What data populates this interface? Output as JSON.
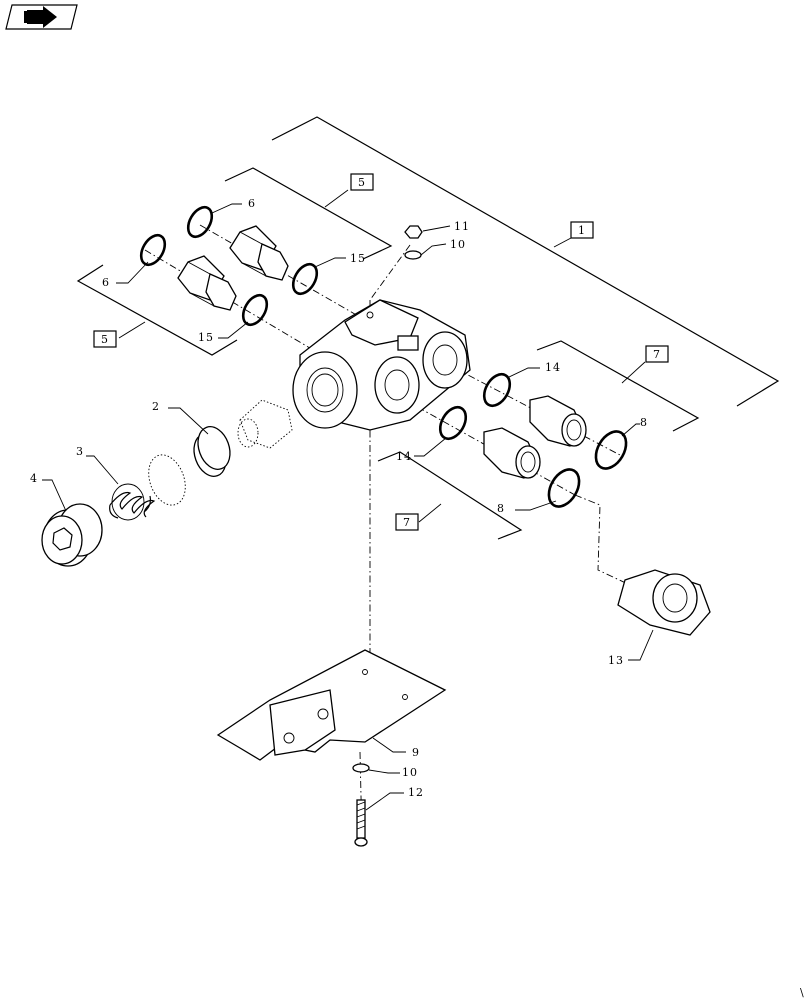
{
  "header": {
    "icon": "arrow-right-icon"
  },
  "callouts": {
    "c1": "1",
    "c2": "2",
    "c3": "3",
    "c4": "4",
    "c5a": "5",
    "c5b": "5",
    "c6a": "6",
    "c6b": "6",
    "c7a": "7",
    "c7b": "7",
    "c8a": "8",
    "c8b": "8",
    "c9": "9",
    "c10a": "10",
    "c10b": "10",
    "c11": "11",
    "c12": "12",
    "c13": "13",
    "c14a": "14",
    "c14b": "14",
    "c15a": "15",
    "c15b": "15"
  },
  "corner_mark": "\\"
}
